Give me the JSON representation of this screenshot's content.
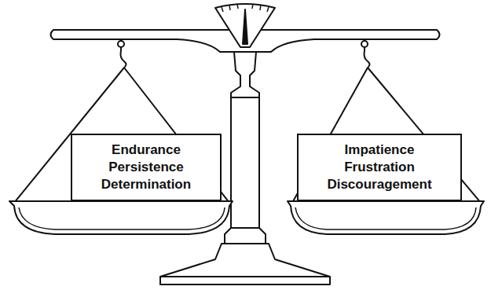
{
  "diagram": {
    "nodes": [
      {
        "text": [
          "Endurance",
          "Persistence",
          "Determination"
        ]
      },
      {
        "text": [
          "Impatience",
          "Frustration",
          "Discouragement"
        ]
      }
    ]
  }
}
